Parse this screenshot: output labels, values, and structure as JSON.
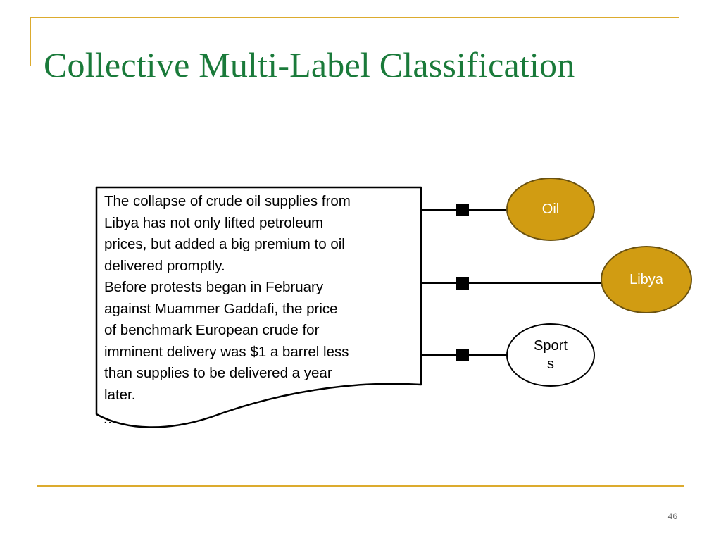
{
  "slide": {
    "title": "Collective Multi-Label Classification",
    "page_number": "46"
  },
  "document": {
    "paragraph_1": [
      "The collapse of crude oil supplies from",
      "Libya has not only lifted petroleum",
      "prices, but added a big premium to oil",
      "delivered promptly."
    ],
    "paragraph_2": [
      "Before protests began in February",
      "against Muammer Gaddafi, the price",
      "of benchmark European crude for",
      "imminent delivery was $1 a barrel less",
      "than supplies to be delivered a year",
      "later."
    ],
    "ellipsis": "…"
  },
  "labels": [
    {
      "text": "Oil",
      "fill": "#d19c12",
      "text_color": "#ffffff"
    },
    {
      "text": "Libya",
      "fill": "#d19c12",
      "text_color": "#ffffff"
    },
    {
      "text": "Sport\ns",
      "fill": "#ffffff",
      "text_color": "#000000"
    }
  ],
  "colors": {
    "title": "#1a7a3a",
    "accent_rule": "#dcab2e",
    "label_fill_on": "#d19c12",
    "label_stroke": "#6b5210",
    "factor": "#000000"
  }
}
